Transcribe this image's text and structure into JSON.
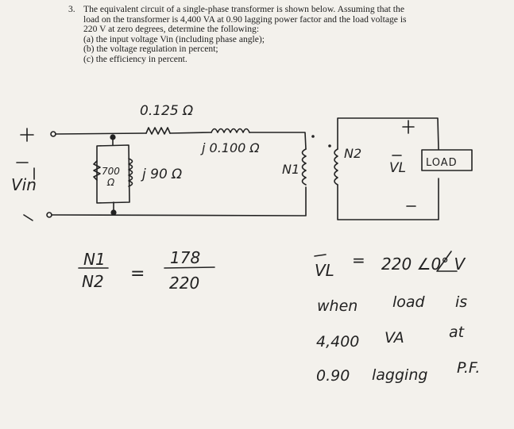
{
  "problem": {
    "number": "3.",
    "lines": [
      "The equivalent circuit of a single-phase transformer is shown below. Assuming that the",
      "load on the transformer is 4,400 VA at 0.90 lagging power factor and the load voltage is",
      "220 V at zero degrees, determine the following:",
      "(a) the input voltage Vin (including phase angle);",
      "(b) the voltage regulation in percent;",
      "(c) the efficiency in percent."
    ]
  },
  "circuit": {
    "r_series": "0.125 Ω",
    "x_series": "j 0.100 Ω",
    "r_core_top": "700",
    "r_core_unit": "Ω",
    "x_mag": "j 90 Ω",
    "v_in_plus": "+",
    "v_in_label": "Vin",
    "v_in_minus": "-",
    "n1": "N1",
    "n2": "N2",
    "v_l_label": "VL",
    "v_l_plus": "+",
    "v_l_minus": "-",
    "load": "LOAD"
  },
  "notes": {
    "ratio_num_left": "N1",
    "ratio_den_left": "N2",
    "equals1": "=",
    "ratio_num_right": "178",
    "ratio_den_right": "220",
    "vl": "VL",
    "equals2": "=",
    "vl_value": "220 ∠0° V",
    "line1_a": "when",
    "line1_b": "load",
    "line1_c": "is",
    "line2_a": "4,400",
    "line2_b": "VA",
    "line2_c": "at",
    "line3_a": "0.90",
    "line3_b": "lagging",
    "line3_c": "P.F."
  }
}
